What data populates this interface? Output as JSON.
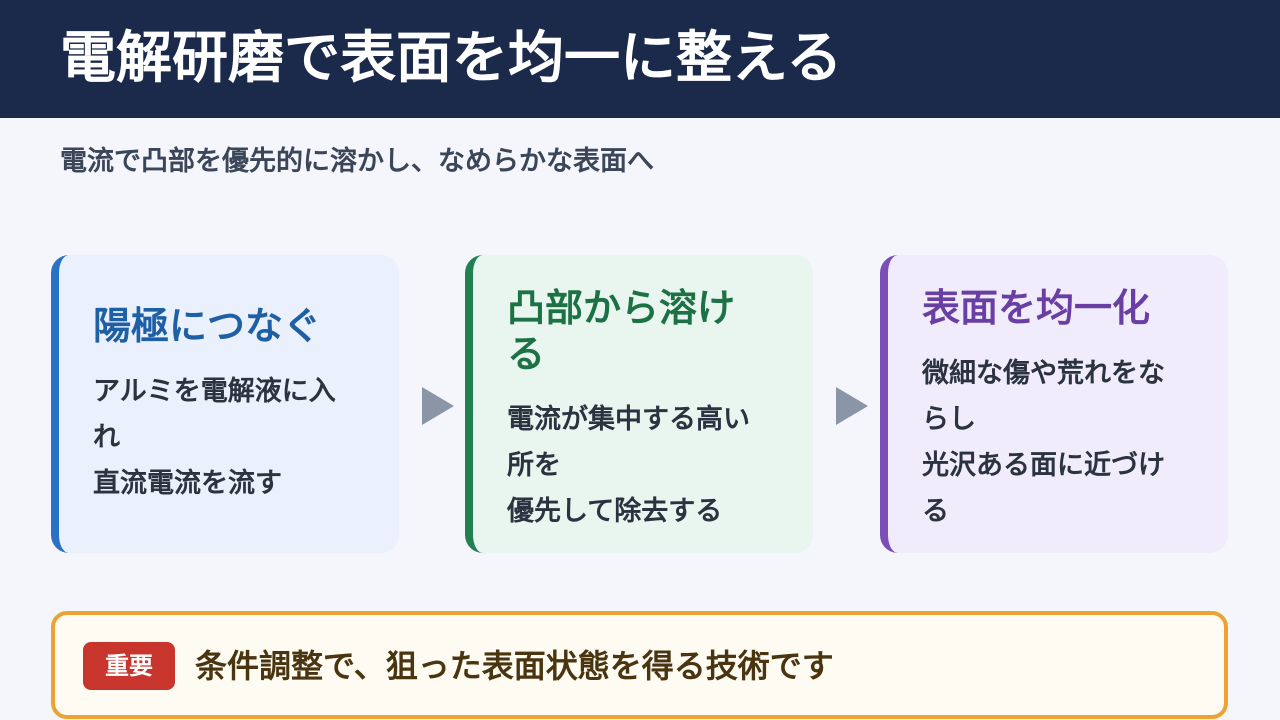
{
  "header": {
    "title": "電解研磨で表面を均一に整える"
  },
  "subtitle": "電流で凸部を優先的に溶かし、なめらかな表面へ",
  "steps": [
    {
      "heading": "陽極につなぐ",
      "lines": [
        "アルミを電解液に入",
        "れ",
        "直流電流を流す"
      ]
    },
    {
      "heading_lines": [
        "凸部から溶け",
        "る"
      ],
      "lines": [
        "電流が集中する高い",
        "所を",
        "優先して除去する"
      ]
    },
    {
      "heading": "表面を均一化",
      "lines": [
        "微細な傷や荒れをな",
        "らし",
        "光沢ある面に近づけ",
        "る"
      ]
    }
  ],
  "note": {
    "badge": "重要",
    "text": "条件調整で、狙った表面状態を得る技術です"
  },
  "colors": {
    "header_bg": "#1b2a4b",
    "step1_accent": "#2a72c4",
    "step2_accent": "#218052",
    "step3_accent": "#7b4fb8",
    "note_border": "#eba434",
    "badge_bg": "#c8352c"
  },
  "icons": [
    "arrow-right-icon",
    "arrow-right-icon"
  ]
}
